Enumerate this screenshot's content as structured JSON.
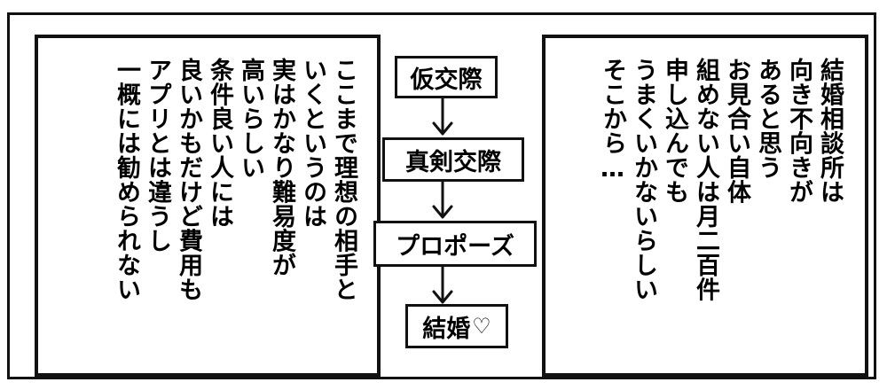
{
  "left_box": {
    "text": "ここまで理想の相手と\nいくというのは\n実はかなり難易度が\n高いらしい\n条件良い人には\n良いかもだけど費用も\nアプリとは違うし\n一概には勧められない"
  },
  "flow": {
    "step1": "仮交際",
    "step2": "真剣交際",
    "step3": "プロポーズ",
    "step4": "結婚",
    "heart": "♡"
  },
  "right_box": {
    "text": "結婚相談所は\n向き不向きが\nあると思う\nお見合い自体\n組めない人は月二百件\n申し込んでも\nうまくいかないらしい\nそこから…"
  }
}
